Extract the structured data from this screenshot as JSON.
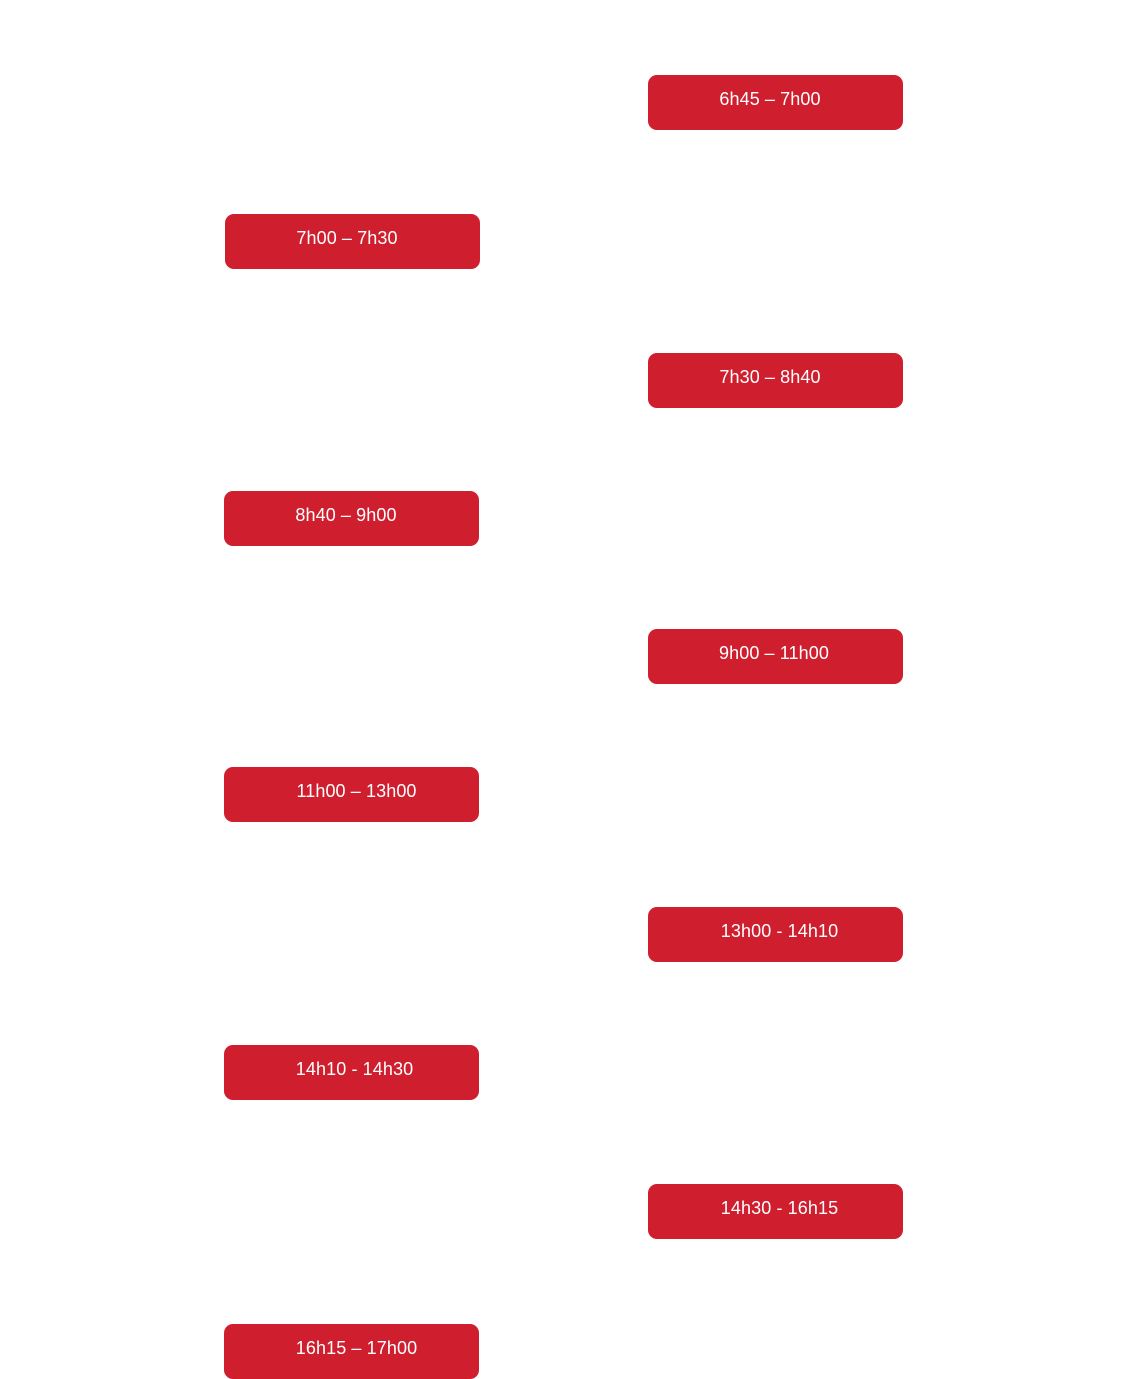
{
  "accent_color": "#cf1f2f",
  "text_color": "#ffffff",
  "schedule": [
    {
      "label": "6h45 – 7h00",
      "column": "right"
    },
    {
      "label": "7h00 – 7h30",
      "column": "left"
    },
    {
      "label": "7h30 – 8h40",
      "column": "right"
    },
    {
      "label": "8h40 – 9h00",
      "column": "left"
    },
    {
      "label": "9h00 – 11h00",
      "column": "right"
    },
    {
      "label": "11h00 – 13h00",
      "column": "left"
    },
    {
      "label": "13h00 - 14h10",
      "column": "right"
    },
    {
      "label": "14h10 - 14h30",
      "column": "left"
    },
    {
      "label": "14h30 - 16h15",
      "column": "right"
    },
    {
      "label": "16h15 – 17h00",
      "column": "left"
    }
  ]
}
